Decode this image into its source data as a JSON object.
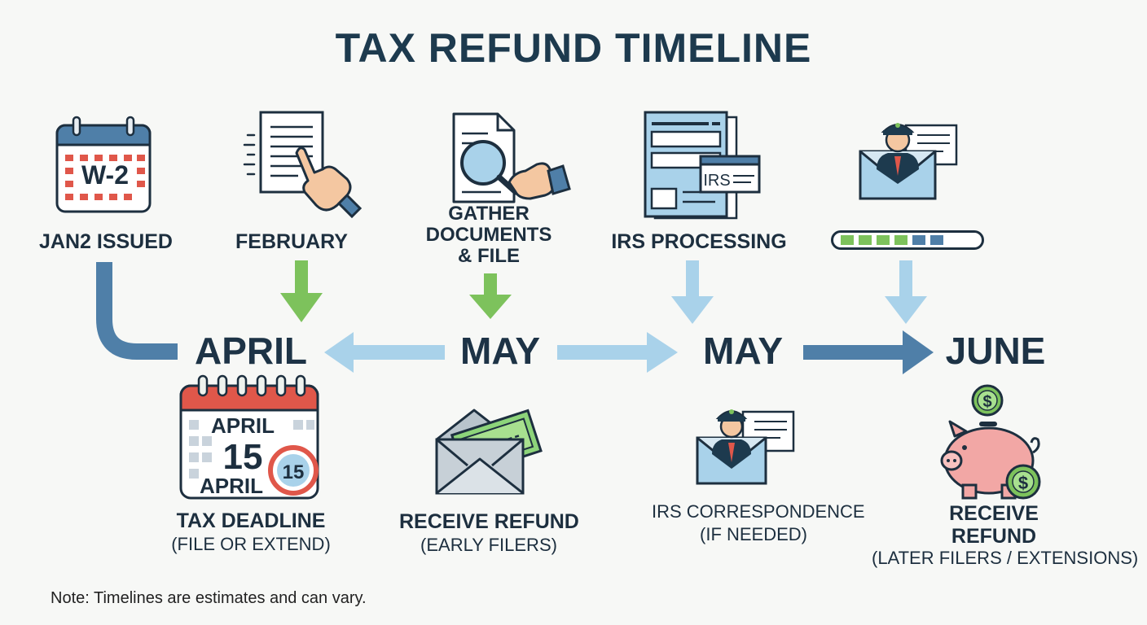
{
  "title": "TAX REFUND TIMELINE",
  "top_steps": [
    {
      "label": "JAN2 ISSUED",
      "icon": "calendar-w2-icon",
      "badge": "W-2"
    },
    {
      "label": "FEBRUARY",
      "icon": "document-pointing-hand-icon"
    },
    {
      "label_lines": [
        "GATHER",
        "DOCUMENTS",
        "& FILE"
      ],
      "icon": "document-magnifier-icon"
    },
    {
      "label": "IRS PROCESSING",
      "icon": "irs-forms-icon",
      "badge": "IRS"
    },
    {
      "icon": "irs-agent-envelope-progress-icon",
      "progress_segments": 6
    }
  ],
  "months": [
    "APRIL",
    "MAY",
    "MAY",
    "JUNE"
  ],
  "bottom_steps": [
    {
      "icon": "tax-deadline-calendar-icon",
      "cal_line1": "APRIL",
      "cal_line2": "15",
      "cal_line3": "APRIL",
      "circle_badge": "15",
      "label": "TAX DEADLINE",
      "sublabel": "(FILE OR EXTEND)"
    },
    {
      "icon": "refund-envelope-icon",
      "money_symbol": "$",
      "label": "RECEIVE REFUND",
      "sublabel": "(EARLY FILERS)"
    },
    {
      "icon": "irs-agent-envelope-icon",
      "label": "IRS CORRESPONDENCE",
      "sublabel": "(IF NEEDED)"
    },
    {
      "icon": "piggy-bank-icon",
      "coin_symbol": "$",
      "label_lines": [
        "RECEIVE",
        "REFUND"
      ],
      "sublabel": "(LATER FILERS / EXTENSIONS)"
    }
  ],
  "note": "Note: Timelines are estimates and can vary.",
  "colors": {
    "navy": "#1d3a4e",
    "steel_blue": "#4f7fa8",
    "light_blue": "#a9d2ea",
    "green": "#7dc25c",
    "red": "#e0574a",
    "pink": "#f2a7a5"
  }
}
